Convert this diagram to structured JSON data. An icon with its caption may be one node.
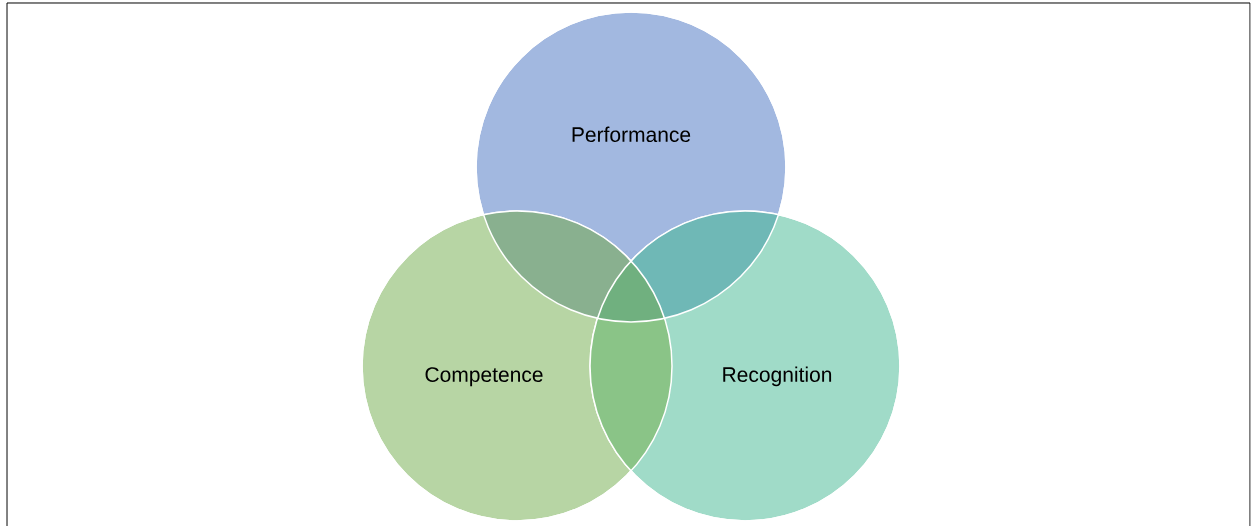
{
  "diagram": {
    "nodes": [
      {
        "text": [
          "Performance"
        ]
      },
      {
        "text": [
          "Competence"
        ]
      },
      {
        "text": [
          "Recognition"
        ]
      }
    ]
  }
}
